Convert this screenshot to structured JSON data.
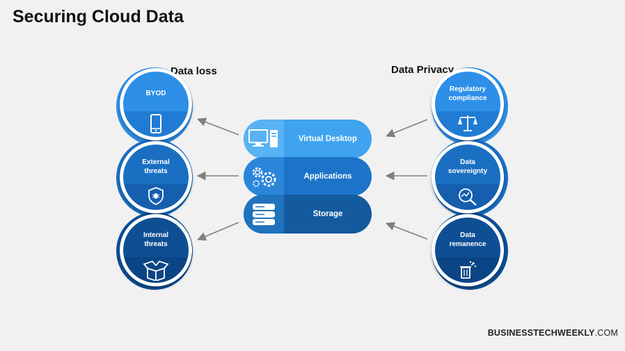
{
  "title": "Securing Cloud Data",
  "left_group": {
    "title": "Data loss",
    "nodes": [
      {
        "label": "BYOD",
        "icon": "smartphone-icon"
      },
      {
        "label": "External threats",
        "icon": "shield-bug-icon"
      },
      {
        "label": "Internal threats",
        "icon": "open-box-icon"
      }
    ]
  },
  "right_group": {
    "title": "Data Privacy",
    "nodes": [
      {
        "label": "Regulatory compliance",
        "icon": "scales-icon"
      },
      {
        "label": "Data sovereignty",
        "icon": "magnifier-chart-icon"
      },
      {
        "label": "Data remanence",
        "icon": "trash-bin-icon"
      }
    ]
  },
  "center_stack": [
    {
      "label": "Virtual Desktop",
      "icon": "desktop-computer-icon"
    },
    {
      "label": "Applications",
      "icon": "gears-icon"
    },
    {
      "label": "Storage",
      "icon": "database-icon"
    }
  ],
  "brand": {
    "bold": "BUSINESSTECHWEEKLY",
    "light": ".COM"
  },
  "colors": {
    "light_blue": "#3fa3f0",
    "mid_blue": "#1c74c9",
    "dark_blue": "#135a9f",
    "arrow": "#7f7f7f"
  }
}
